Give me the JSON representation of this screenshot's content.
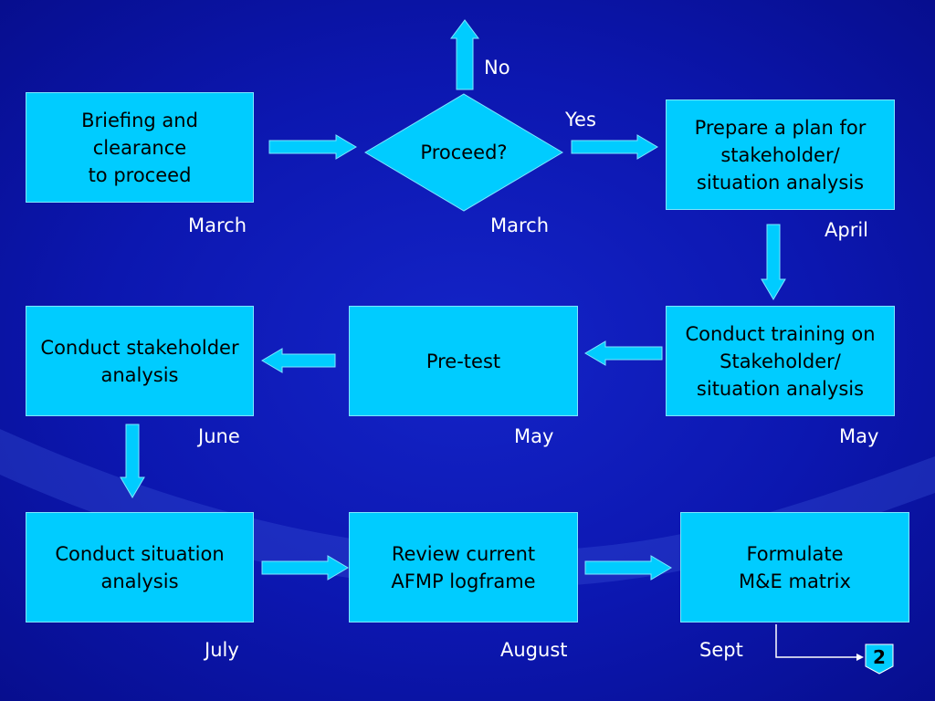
{
  "nodes": {
    "briefing": "Briefing and\nclearance\nto proceed",
    "proceed": "Proceed?",
    "prepare_plan": "Prepare a plan for\nstakeholder/\nsituation analysis",
    "conduct_stakeholder": "Conduct stakeholder\nanalysis",
    "pretest": "Pre-test",
    "conduct_training": "Conduct training on\nStakeholder/\nsituation analysis",
    "conduct_situation": "Conduct situation\nanalysis",
    "review_logframe": "Review current\nAFMP logframe",
    "formulate_matrix": "Formulate\nM&E matrix"
  },
  "decision_labels": {
    "no": "No",
    "yes": "Yes"
  },
  "months": {
    "briefing": "March",
    "proceed": "March",
    "prepare_plan": "April",
    "conduct_stakeholder": "June",
    "pretest": "May",
    "conduct_training": "May",
    "conduct_situation": "July",
    "review_logframe": "August",
    "formulate_matrix": "Sept"
  },
  "page_link": "2",
  "colors": {
    "background": "#0c17b0",
    "box_fill": "#00ccff",
    "arrow_fill": "#00ccff",
    "text": "#000000",
    "label": "#ffffff"
  }
}
